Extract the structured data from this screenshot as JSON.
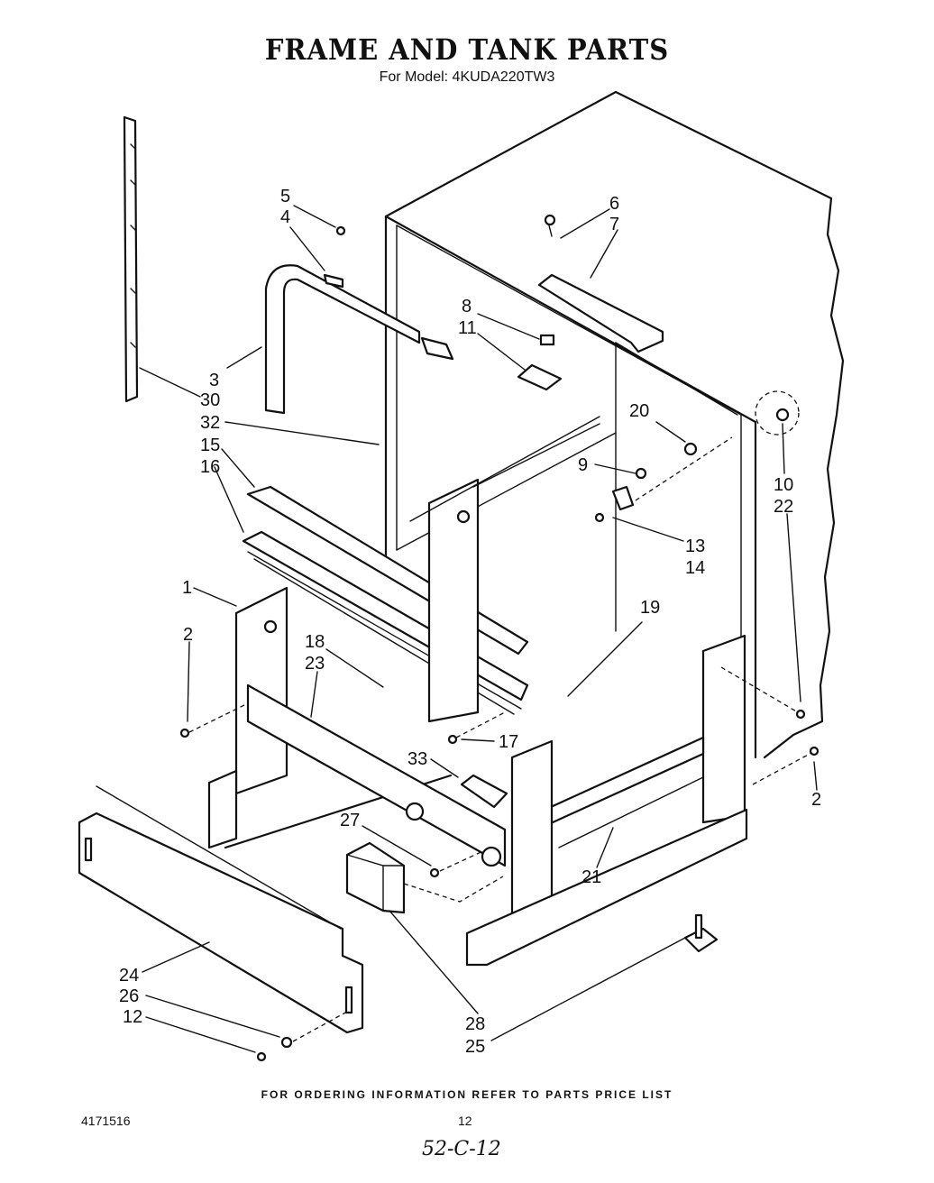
{
  "title": "FRAME AND TANK PARTS",
  "subtitle": "For Model: 4KUDA220TW3",
  "footer": "FOR ORDERING INFORMATION REFER TO PARTS PRICE LIST",
  "doc_number": "4171516",
  "page_number": "12",
  "handwritten_note": "52-C-12",
  "callouts": [
    "5",
    "4",
    "6",
    "7",
    "8",
    "11",
    "3",
    "30",
    "32",
    "15",
    "16",
    "20",
    "9",
    "10",
    "22",
    "13",
    "14",
    "1",
    "2",
    "19",
    "18",
    "23",
    "17",
    "33",
    "27",
    "21",
    "24",
    "26",
    "12",
    "28",
    "25"
  ]
}
